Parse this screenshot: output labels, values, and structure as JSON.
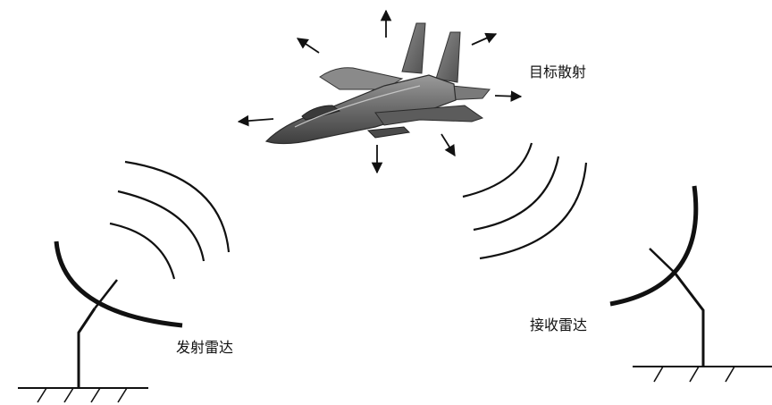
{
  "labels": {
    "target_scattering": "目标散射",
    "transmit_radar": "发射雷达",
    "receive_radar": "接收雷达"
  },
  "colors": {
    "ink": "#111111",
    "aircraft_dark": "#4a4a4a",
    "aircraft_mid": "#7a7a7a",
    "aircraft_light": "#a8a8a8",
    "background": "#ffffff"
  },
  "icons": {
    "aircraft": "fighter-jet-icon",
    "scatter_arrow": "arrow-icon",
    "radar": "parabolic-dish-antenna-icon"
  }
}
